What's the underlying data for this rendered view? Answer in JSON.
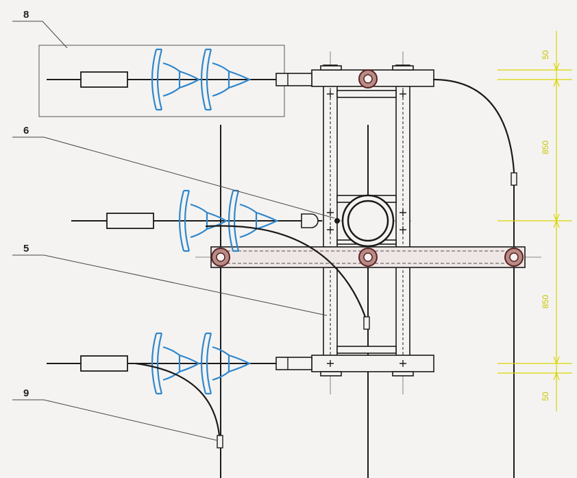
{
  "callouts": {
    "label_8": "8",
    "label_6": "6",
    "label_5": "5",
    "label_9": "9"
  },
  "dimensions": {
    "top_gap": "50",
    "upper_span": "850",
    "lower_span": "850",
    "bottom_gap": "50"
  },
  "colors": {
    "insulator": "#2f86cc",
    "dimension": "#d9d400",
    "line": "#1a1a1a",
    "pulley": "#8a3b3b",
    "background": "#f4f3f1"
  }
}
